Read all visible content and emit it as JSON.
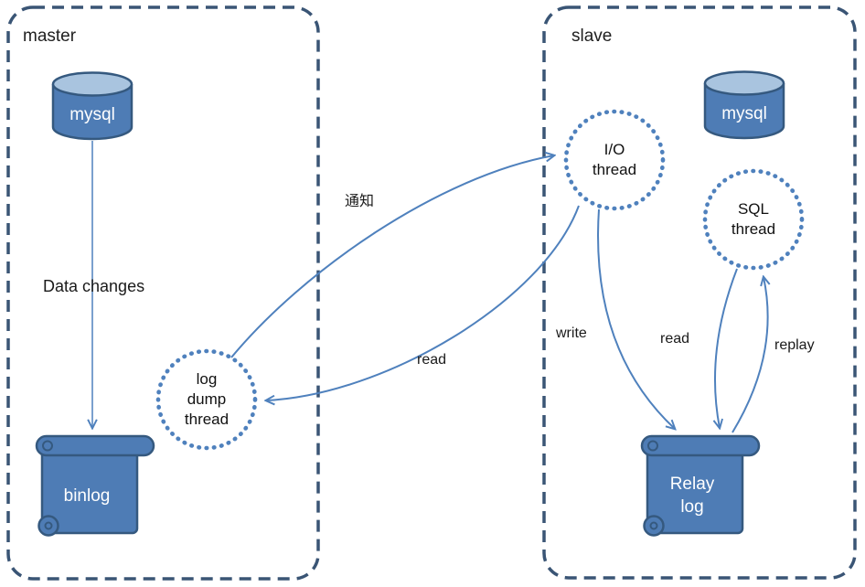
{
  "diagram": {
    "containers": {
      "master": {
        "label": "master"
      },
      "slave": {
        "label": "slave"
      }
    },
    "nodes": {
      "master_mysql": {
        "label": "mysql",
        "type": "database-cylinder"
      },
      "binlog": {
        "label": "binlog",
        "type": "scroll"
      },
      "log_dump_thread": {
        "label": "log\ndump\nthread",
        "type": "dashed-circle"
      },
      "io_thread": {
        "label": "I/O\nthread",
        "type": "dashed-circle"
      },
      "sql_thread": {
        "label": "SQL\nthread",
        "type": "dashed-circle"
      },
      "slave_mysql": {
        "label": "mysql",
        "type": "database-cylinder"
      },
      "relay_log": {
        "label": "Relay\nlog",
        "type": "scroll"
      }
    },
    "edges": {
      "data_changes": {
        "label": "Data changes",
        "from": "master_mysql",
        "to": "binlog"
      },
      "notify": {
        "label": "通知",
        "from": "log_dump_thread",
        "to": "io_thread"
      },
      "read_master": {
        "label": "read",
        "from": "io_thread",
        "to": "log_dump_thread"
      },
      "write": {
        "label": "write",
        "from": "io_thread",
        "to": "relay_log"
      },
      "read_slave": {
        "label": "read",
        "from": "sql_thread",
        "to": "relay_log"
      },
      "replay": {
        "label": "replay",
        "from": "relay_log",
        "to": "sql_thread"
      }
    },
    "colors": {
      "shape_fill": "#4e7cb5",
      "shape_border": "#35597f",
      "cylinder_top": "#a9c4df",
      "container_border": "#3a5575",
      "arrow": "#4f81bd",
      "node_text": "#ffffff",
      "label_text": "#1a1a1a"
    }
  }
}
